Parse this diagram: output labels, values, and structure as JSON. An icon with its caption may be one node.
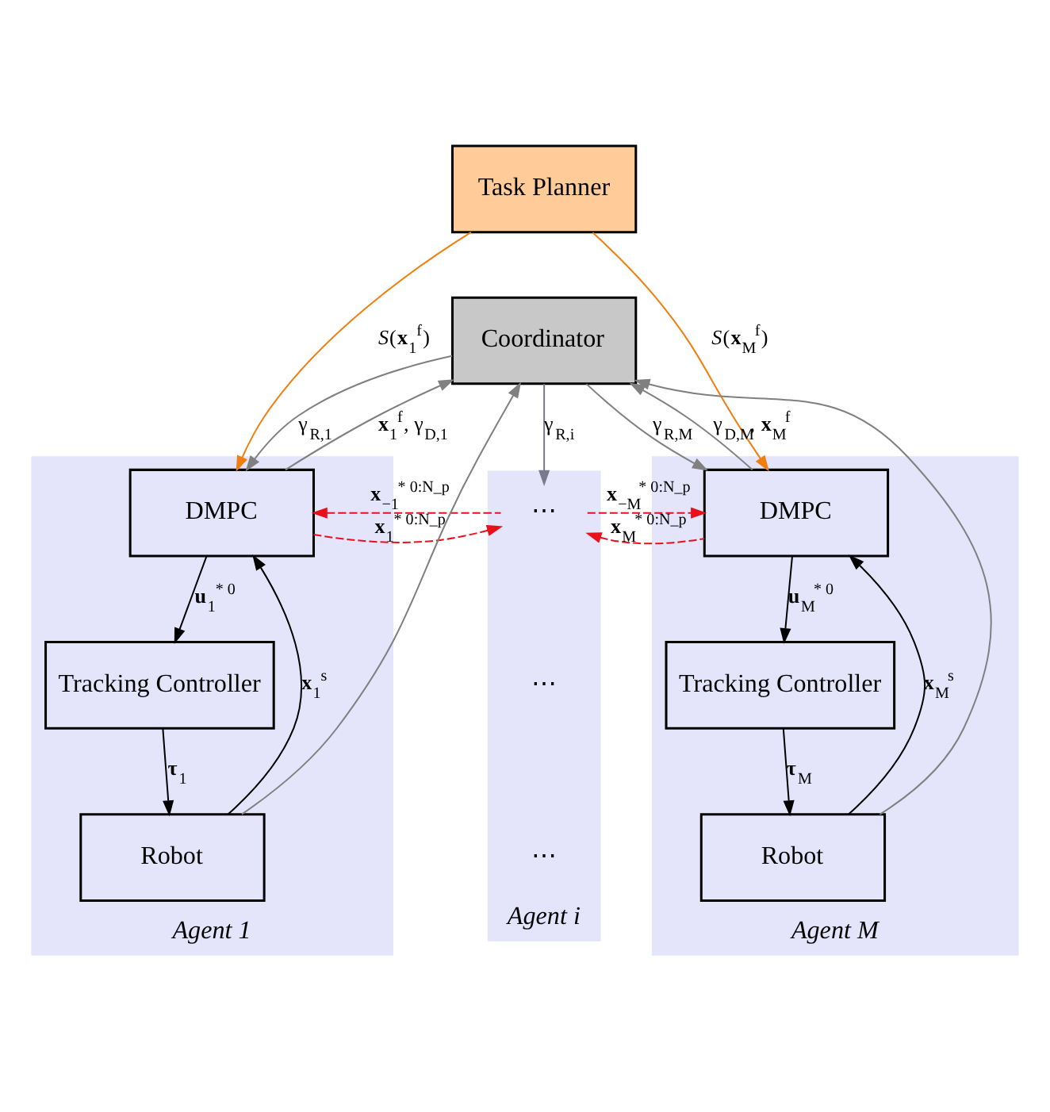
{
  "diagram": {
    "nodes": [
      {
        "text": [
          "Task Planner"
        ]
      },
      {
        "text": [
          "Coordinator"
        ]
      },
      {
        "text": [
          "Agent 1"
        ]
      },
      {
        "text": [
          "DMPC"
        ],
        "in": 2
      },
      {
        "text": [
          "Tracking Controller"
        ],
        "in": 2
      },
      {
        "text": [
          "Robot"
        ],
        "in": 2
      },
      {
        "text": [
          "Agent i"
        ]
      },
      {
        "text": [
          "⋯"
        ],
        "in": 6
      },
      {
        "text": [
          "⋯"
        ],
        "in": 6
      },
      {
        "text": [
          "⋯"
        ],
        "in": 6
      },
      {
        "text": [
          "Agent M"
        ]
      },
      {
        "text": [
          "DMPC"
        ],
        "in": 10
      },
      {
        "text": [
          "Tracking Controller"
        ],
        "in": 10
      },
      {
        "text": [
          "Robot"
        ],
        "in": 10
      }
    ],
    "edges": [
      {
        "from": 0,
        "to": 3,
        "arrow": "to",
        "label": "*S*(**x**$_{1}$$^{f}$)",
        "color": "#f07f10"
      },
      {
        "from": 0,
        "to": 11,
        "arrow": "to",
        "label": "*S*(**x**$_{M}$$^{f}$)",
        "color": "#f07f10"
      },
      {
        "from": 5,
        "to": 1,
        "arrow": "to"
      },
      {
        "from": 3,
        "to": 1,
        "arrow": "to",
        "label": "**x**$_{1}$$^{f}$, γ$_{D,1}$"
      },
      {
        "from": 13,
        "to": 1,
        "arrow": "to"
      },
      {
        "from": 11,
        "to": 1,
        "arrow": "to",
        "label": "γ$_{D,M}$, **x**$_{M}$$^{f}$"
      },
      {
        "from": 1,
        "to": 3,
        "arrow": "to",
        "label": "γ$_{R,1}$"
      },
      {
        "from": 1,
        "to": 7,
        "arrow": "to",
        "label": "γ$_{R,i}$",
        "color": "#7a7a8c"
      },
      {
        "from": 1,
        "to": 11,
        "arrow": "to",
        "label": "γ$_{R,M}$"
      },
      {
        "from": 3,
        "to": 7,
        "arrow": "to",
        "style": "dashed",
        "color": "#e8101a",
        "label": "**x**$_{1}$$^{* 0:N_p}$"
      },
      {
        "from": 7,
        "to": 3,
        "arrow": "to",
        "style": "dashed",
        "color": "#e8101a",
        "label": "**x**$_{−1}$$^{* 0:N_p}$"
      },
      {
        "from": 7,
        "to": 11,
        "arrow": "to",
        "style": "dashed",
        "color": "#e8101a",
        "label": "**x**$_{−M}$$^{* 0:N_p}$"
      },
      {
        "from": 11,
        "to": 7,
        "arrow": "to",
        "style": "dashed",
        "color": "#e8101a",
        "label": "**x**$_{M}$$^{* 0:N_p}$"
      },
      {
        "from": 5,
        "to": 3,
        "arrow": "to",
        "label": "**x**$_{1}$$^{s}$",
        "color": "#000000"
      },
      {
        "from": 3,
        "to": 4,
        "arrow": "to",
        "label": "**u**$_{1}$$^{* 0}$",
        "color": "#000000"
      },
      {
        "from": 4,
        "to": 5,
        "arrow": "to",
        "label": "**τ**$_{1}$",
        "color": "#000000"
      },
      {
        "from": 13,
        "to": 11,
        "arrow": "to",
        "label": "**x**$_{M}$$^{s}$",
        "color": "#000000"
      },
      {
        "from": 11,
        "to": 12,
        "arrow": "to",
        "label": "**u**$_{M}$$^{* 0}$",
        "color": "#000000"
      },
      {
        "from": 12,
        "to": 13,
        "arrow": "to",
        "label": "**τ**$_{M}$",
        "color": "#000000"
      }
    ]
  }
}
